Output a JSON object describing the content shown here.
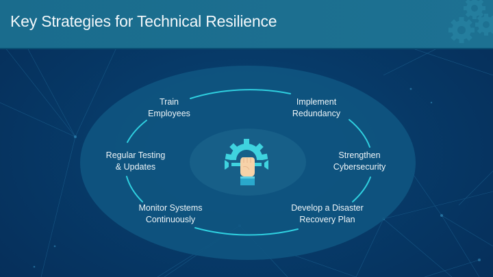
{
  "slide": {
    "title": "Key Strategies for Technical Resilience",
    "colors": {
      "header_band": "#1b6c8d",
      "background": "#063a68",
      "outer_ellipse": "#0f5580",
      "inner_ellipse": "#175f88",
      "ring_accent": "#2fd0e0",
      "text": "#eef5f8",
      "icon_gear": "#3fd3df",
      "icon_hand": "#f7d2a8",
      "icon_cuff": "#2aa8cc"
    },
    "center_icon": "hand-holding-wrench-gear-icon",
    "header_decoration": "gears-icon",
    "strategies": [
      {
        "id": "train",
        "line1": "Train",
        "line2": "Employees"
      },
      {
        "id": "redundancy",
        "line1": "Implement",
        "line2": "Redundancy"
      },
      {
        "id": "cyber",
        "line1": "Strengthen",
        "line2": "Cybersecurity"
      },
      {
        "id": "disaster",
        "line1": "Develop a Disaster",
        "line2": "Recovery Plan"
      },
      {
        "id": "monitor",
        "line1": "Monitor Systems",
        "line2": "Continuously"
      },
      {
        "id": "testing",
        "line1": "Regular Testing",
        "line2": "& Updates"
      }
    ]
  }
}
